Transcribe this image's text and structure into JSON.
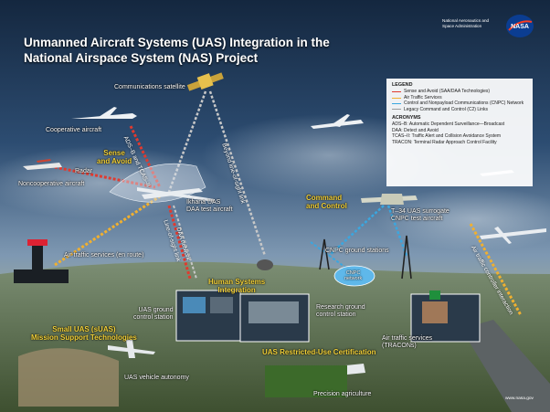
{
  "title": {
    "line1": "Unmanned Aircraft Systems (UAS) Integration in the",
    "line2": "National Airspace System (NAS) Project"
  },
  "header": {
    "agency_line1": "National Aeronautics and",
    "agency_line2": "Space Administration",
    "website": "www.nasa.gov"
  },
  "legend": {
    "heading": "LEGEND",
    "items": [
      {
        "label": "Sense and Avoid (SAA/DAA Technologies)",
        "color": "#e03a2f"
      },
      {
        "label": "Air Traffic Services",
        "color": "#f0b030"
      },
      {
        "label": "Control and Nonpayload Communications (CNPC) Network",
        "color": "#3aa7e0"
      },
      {
        "label": "Legacy Command and Control (C2) Links",
        "color": "#c8c8c8"
      }
    ],
    "acronyms_heading": "ACRONYMS",
    "acronyms": [
      "ADS–B: Automatic Dependent Surveillance—Broadcast",
      "DAA: Detect and Avoid",
      "TCAS–II: Traffic Alert and Collision Avoidance System",
      "TRACON: Terminal Radar Approach Control Facility"
    ]
  },
  "labels": {
    "communications_satellite": "Communications satellite",
    "cooperative_aircraft": "Cooperative aircraft",
    "noncooperative_aircraft": "Noncooperative aircraft",
    "radar": "Radar",
    "ads_b_tcas": "ADS–B and TCAS–II",
    "beyond_line_of_sight": "Beyond line-of-sight link",
    "ikhana_line1": "Ikhana UAS",
    "ikhana_line2": "DAA test aircraft",
    "daa_network": "DAA network",
    "line_of_sight": "Line-of-sight link",
    "air_traffic_enroute": "Air traffic services (en route)",
    "t34_line1": "T–34 UAS surrogate",
    "t34_line2": "CNPC test aircraft",
    "cnpc_ground": "CNPC ground stations",
    "cnpc_network_line1": "CNPC",
    "cnpc_network_line2": "network",
    "uas_ground_line1": "UAS ground",
    "uas_ground_line2": "control station",
    "research_ground_line1": "Research ground",
    "research_ground_line2": "control station",
    "air_traffic_tracon_line1": "Air traffic services",
    "air_traffic_tracon_line2": "(TRACONs)",
    "air_traffic_controller": "Air traffic controller interaction",
    "uas_vehicle_autonomy": "UAS vehicle autonomy",
    "precision_agriculture": "Precision agriculture"
  },
  "highlights": {
    "sense_avoid_line1": "Sense",
    "sense_avoid_line2": "and Avoid",
    "command_control_line1": "Command",
    "command_control_line2": "and Control",
    "human_systems_line1": "Human Systems",
    "human_systems_line2": "Integration",
    "small_uas_line1": "Small UAS (sUAS)",
    "small_uas_line2": "Mission Support Technologies",
    "restricted_use": "UAS Restricted-Use Certification"
  },
  "colors": {
    "highlight": "#f3d23a",
    "saa": "#e03a2f",
    "ats": "#f0b030",
    "cnpc": "#3aa7e0",
    "c2": "#c8c8c8",
    "nasa_blue": "#0b3d91",
    "nasa_red": "#fc3d21"
  }
}
